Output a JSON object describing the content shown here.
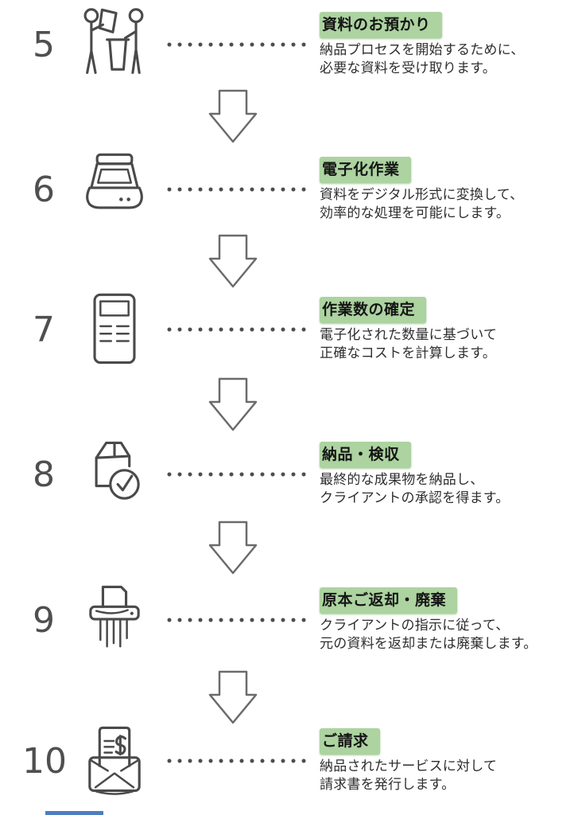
{
  "page": {
    "background": "#ffffff",
    "highlight_color": "#acd3a0",
    "line_color": "#4a4a4a",
    "accent_bar_color": "#4d7ebf"
  },
  "steps": [
    {
      "number": "5",
      "icon": "document-handover-icon",
      "title": "資料のお預かり",
      "desc1": "納品プロセスを開始するために、",
      "desc2": "必要な資料を受け取ります。"
    },
    {
      "number": "6",
      "icon": "scanner-icon",
      "title": "電子化作業",
      "desc1": "資料をデジタル形式に変換して、",
      "desc2": "効率的な処理を可能にします。"
    },
    {
      "number": "7",
      "icon": "document-list-icon",
      "title": "作業数の確定",
      "desc1": "電子化された数量に基づいて",
      "desc2": "正確なコストを計算します。"
    },
    {
      "number": "8",
      "icon": "delivery-check-icon",
      "title": "納品・検収",
      "desc1": "最終的な成果物を納品し、",
      "desc2": "クライアントの承認を得ます。"
    },
    {
      "number": "9",
      "icon": "shredder-icon",
      "title": "原本ご返却・廃棄",
      "desc1": "クライアントの指示に従って、",
      "desc2": "元の資料を返却または廃棄します。"
    },
    {
      "number": "10",
      "icon": "invoice-envelope-icon",
      "title": "ご請求",
      "desc1": "納品されたサービスに対して",
      "desc2": "請求書を発行します。"
    }
  ]
}
